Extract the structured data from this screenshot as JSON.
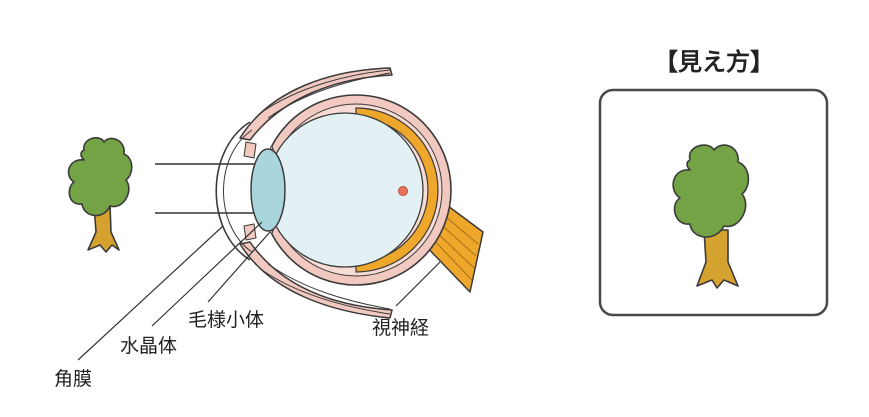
{
  "view_title": "【見え方】",
  "labels": {
    "cornea": "角膜",
    "lens": "水晶体",
    "ciliary_body": "毛様小体",
    "optic_nerve": "視神経"
  },
  "colors": {
    "tree_foliage": "#74a346",
    "tree_trunk": "#d5a230",
    "outline": "#3a3a3a",
    "sclera_pink": "#f2c9c0",
    "retina_orange": "#eea72b",
    "vitreous_blue": "#e3f1f4",
    "lens_blue": "#a9d6dc",
    "focus_point": "#e8715c",
    "frame_border": "#4a4a4a"
  }
}
